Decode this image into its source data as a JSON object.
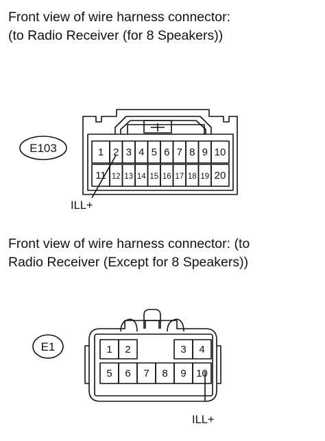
{
  "connector_e103": {
    "caption_line1": "Front view of wire harness connector:",
    "caption_line2": "(to Radio Receiver (for 8 Speakers))",
    "tag": "E103",
    "pins_top": [
      "1",
      "2",
      "3",
      "4",
      "5",
      "6",
      "7",
      "8",
      "9",
      "10"
    ],
    "pins_bottom": [
      "11",
      "12",
      "13",
      "14",
      "15",
      "16",
      "17",
      "18",
      "19",
      "20"
    ],
    "callout": "ILL+"
  },
  "connector_e1": {
    "caption_line1": "Front view of wire harness connector: (to",
    "caption_line2": "Radio Receiver (Except for 8 Speakers))",
    "tag": "E1",
    "pins_top": [
      "1",
      "2",
      "3",
      "4"
    ],
    "pins_bottom": [
      "5",
      "6",
      "7",
      "8",
      "9",
      "10"
    ],
    "callout": "ILL+"
  }
}
